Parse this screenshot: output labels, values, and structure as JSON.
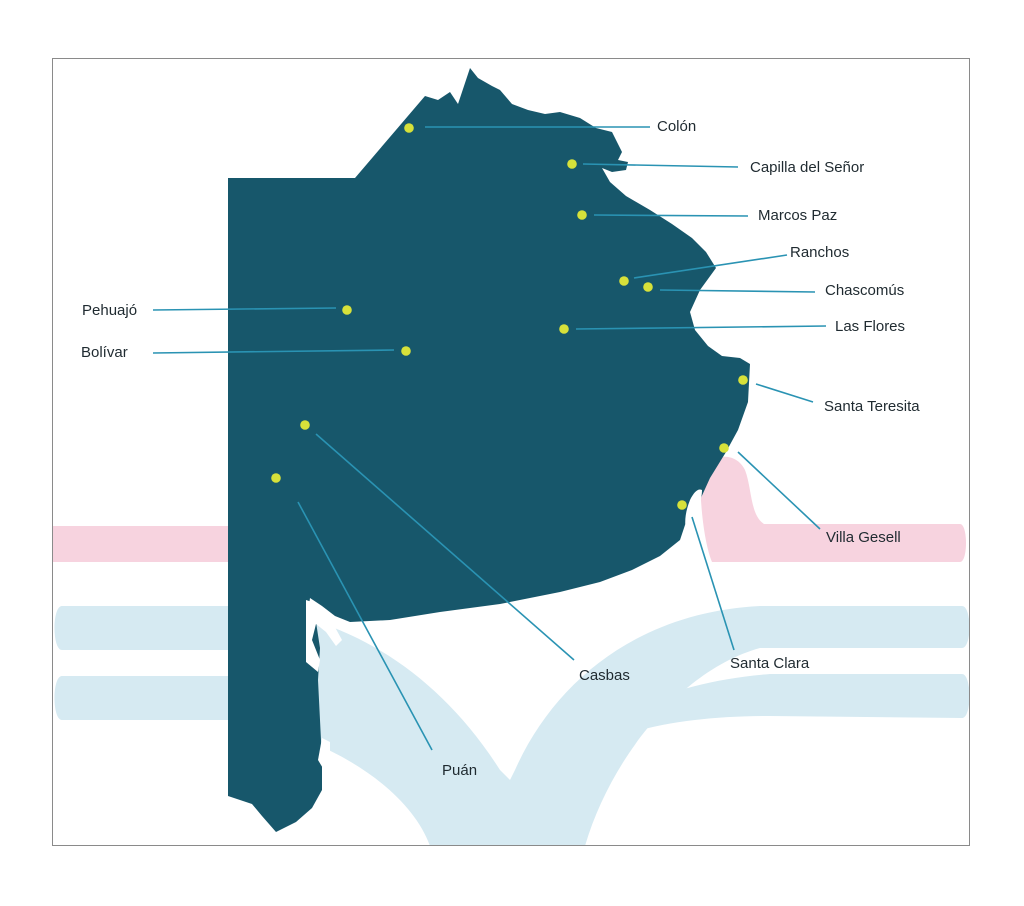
{
  "colors": {
    "province": "#17576b",
    "marker": "#d7e13a",
    "leader": "#2a93b3",
    "pink_band": "#f7d3df",
    "blue_band": "#d6eaf2",
    "frame": "#8a8a8a"
  },
  "locations": [
    {
      "id": "colon",
      "label": "Colón"
    },
    {
      "id": "capilla-del-senor",
      "label": "Capilla del Señor"
    },
    {
      "id": "marcos-paz",
      "label": "Marcos Paz"
    },
    {
      "id": "ranchos",
      "label": "Ranchos"
    },
    {
      "id": "chascomus",
      "label": "Chascomús"
    },
    {
      "id": "las-flores",
      "label": "Las Flores"
    },
    {
      "id": "pehuajo",
      "label": "Pehuajó"
    },
    {
      "id": "bolivar",
      "label": "Bolívar"
    },
    {
      "id": "santa-teresita",
      "label": "Santa Teresita"
    },
    {
      "id": "villa-gesell",
      "label": "Villa Gesell"
    },
    {
      "id": "santa-clara",
      "label": "Santa Clara"
    },
    {
      "id": "casbas",
      "label": "Casbas"
    },
    {
      "id": "puan",
      "label": "Puán"
    }
  ]
}
